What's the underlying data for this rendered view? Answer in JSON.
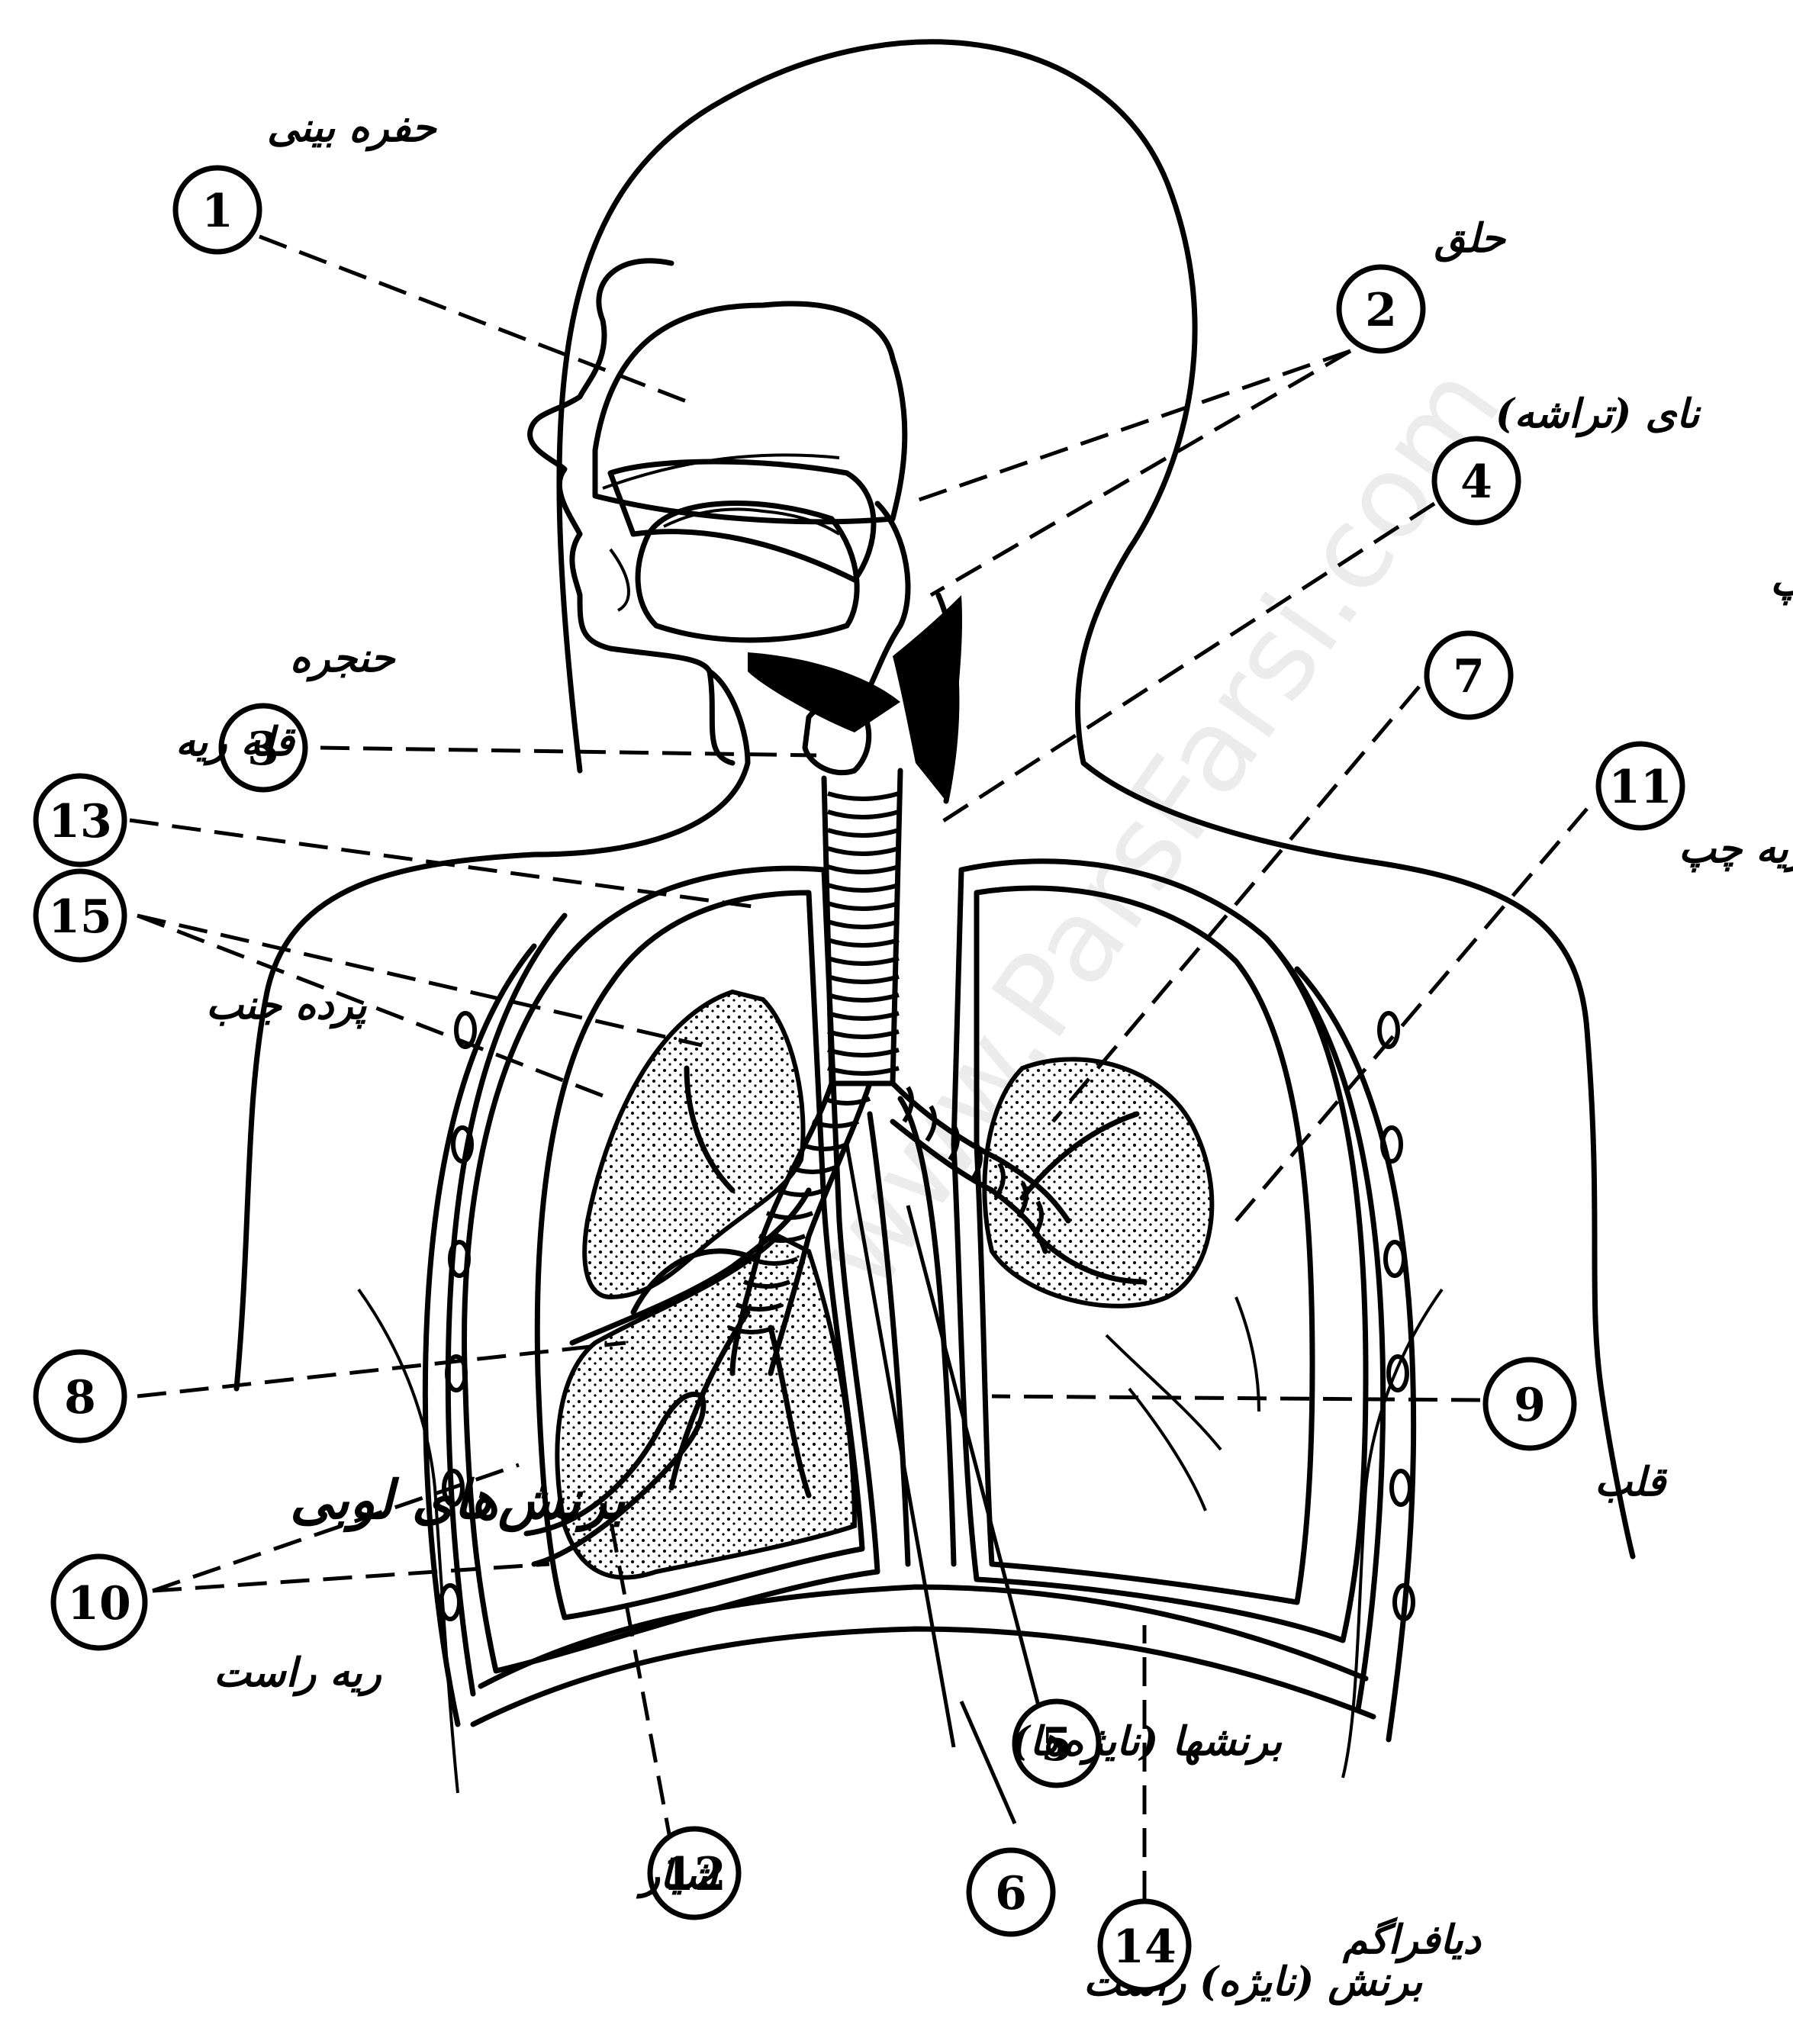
{
  "labels": {
    "l1": {
      "number": "1",
      "text": "حفره بینی"
    },
    "l2": {
      "number": "2",
      "text_top": "حلق",
      "text_bottom": "نای (تراشه)"
    },
    "l3": {
      "number": "3",
      "text": "حنجره"
    },
    "l4": {
      "number": "4",
      "text": "برنش (نایژه) چپ"
    },
    "l5": {
      "number": "5",
      "text": "برنشها (نایژه‌ها)"
    },
    "l6": {
      "number": "6",
      "text": "برنش (نایژه) راست"
    },
    "l7": {
      "number": "7"
    },
    "l8": {
      "number": "8",
      "text": "برنش‌های لوبی"
    },
    "l9": {
      "number": "9",
      "text": "قلب"
    },
    "l10": {
      "number": "10",
      "text": "ریه راست"
    },
    "l11": {
      "number": "11",
      "text": "ریه چپ"
    },
    "l12": {
      "number": "12",
      "text": "شیار"
    },
    "l13": {
      "number": "13",
      "text": "قله ریه"
    },
    "l14": {
      "number": "14",
      "text": "دیافراگم"
    },
    "l15": {
      "number": "15",
      "text": "پرده جنب"
    }
  },
  "watermark": "www.ParsFarsi.com"
}
